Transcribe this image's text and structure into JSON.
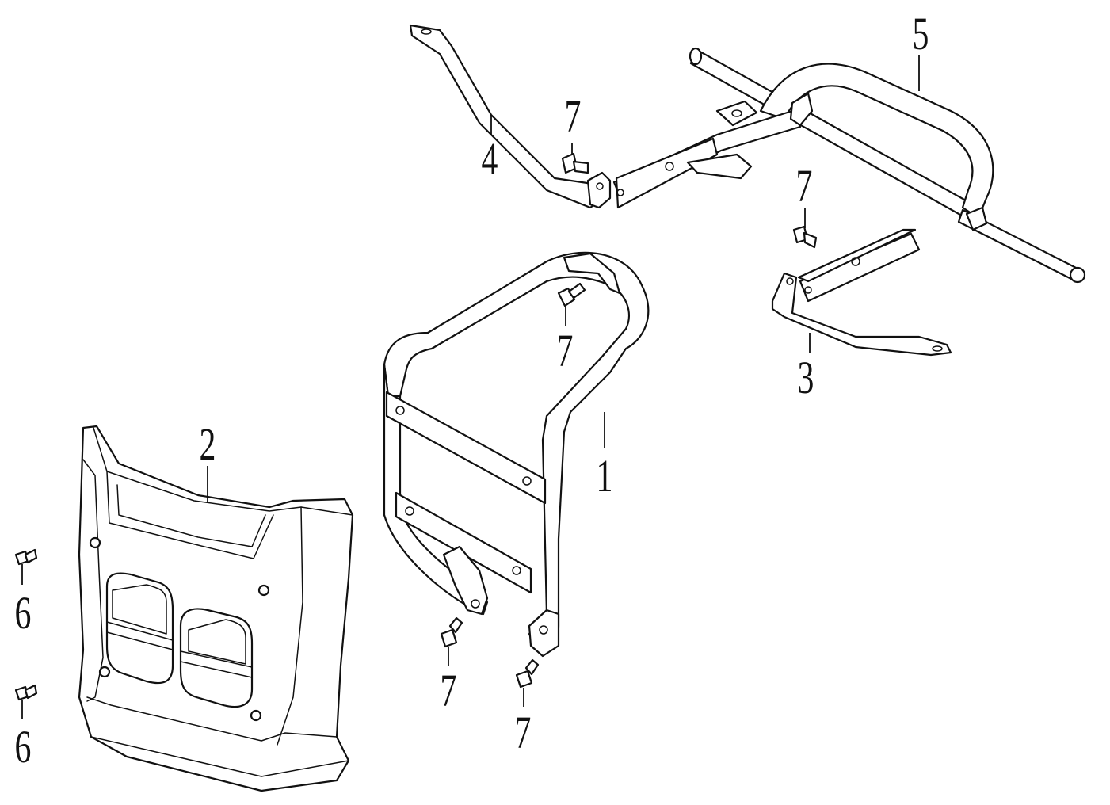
{
  "callouts": [
    {
      "id": "part-1",
      "label": "1"
    },
    {
      "id": "part-2",
      "label": "2"
    },
    {
      "id": "part-3",
      "label": "3"
    },
    {
      "id": "part-4",
      "label": "4"
    },
    {
      "id": "part-5",
      "label": "5"
    },
    {
      "id": "part-6a",
      "label": "6"
    },
    {
      "id": "part-6b",
      "label": "6"
    },
    {
      "id": "part-7a",
      "label": "7"
    },
    {
      "id": "part-7b",
      "label": "7"
    },
    {
      "id": "part-7c",
      "label": "7"
    },
    {
      "id": "part-7d",
      "label": "7"
    },
    {
      "id": "part-7e",
      "label": "7"
    }
  ]
}
